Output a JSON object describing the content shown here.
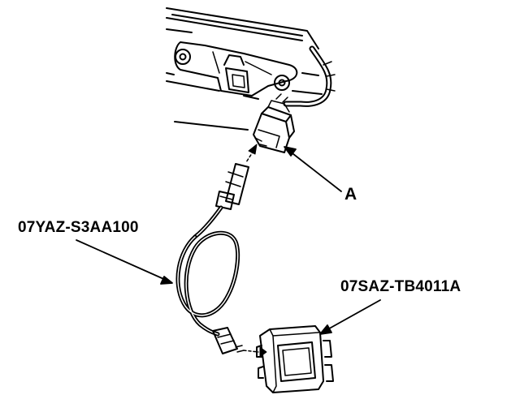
{
  "labels": {
    "connector_a": "A",
    "cable_part": "07YAZ-S3AA100",
    "box_part": "07SAZ-TB4011A"
  },
  "icons": {
    "vehicle_panel": "tailgate-panel-illustration",
    "connector": "wire-harness-connector-illustration",
    "cable": "adapter-cable-illustration",
    "module": "control-box-illustration"
  },
  "colors": {
    "line": "#000000",
    "background": "#ffffff"
  }
}
